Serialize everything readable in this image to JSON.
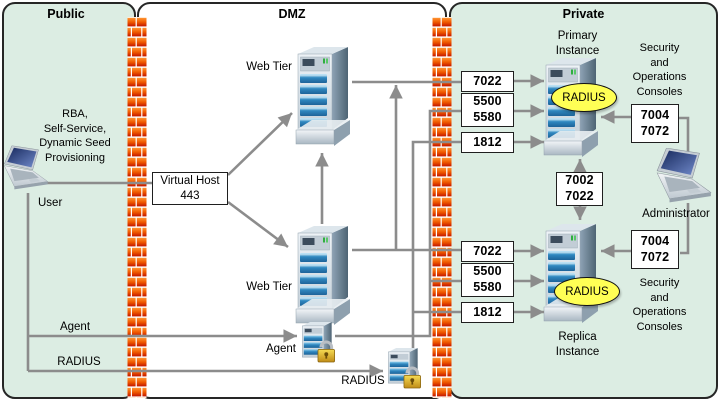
{
  "zones": {
    "public": "Public",
    "dmz": "DMZ",
    "private": "Private"
  },
  "public": {
    "note": "RBA,\nSelf-Service,\nDynamic Seed\nProvisioning",
    "user_label": "User",
    "agent_label": "Agent",
    "radius_label": "RADIUS"
  },
  "dmz": {
    "virtual_host": "Virtual Host\n443",
    "web_tier_top": "Web Tier",
    "web_tier_bottom": "Web Tier",
    "agent_label": "Agent",
    "radius_label": "RADIUS"
  },
  "private": {
    "primary_name": "Primary\nInstance",
    "replica_name": "Replica\nInstance",
    "primary_radius_badge": "RADIUS",
    "replica_radius_badge": "RADIUS",
    "primary_ports": [
      "7022",
      "5500\n5580",
      "1812"
    ],
    "replica_ports": [
      "7022",
      "5500\n5580",
      "1812"
    ],
    "replication_ports": "7002\n7022",
    "admin_ports_top": "7004\n7072",
    "admin_ports_bottom": "7004\n7072",
    "consoles_note_top": "Security\nand\nOperations\nConsoles",
    "consoles_note_bottom": "Security\nand\nOperations\nConsoles",
    "administrator_label": "Administrator"
  },
  "icons": {
    "user": "laptop-icon",
    "administrator": "laptop-icon",
    "web_tier": "tower-server-icon",
    "primary_instance": "tower-server-icon",
    "replica_instance": "tower-server-icon",
    "agent": "secured-server-lock-icon",
    "radius": "secured-server-lock-icon",
    "firewall": "brick-wall-icon"
  },
  "colors": {
    "zone_fill": "#dcede3",
    "dmz_fill": "#ffffff",
    "zone_border": "#262626",
    "connector": "#8c8c8c",
    "brick_orange": "#ff9633",
    "brick_red": "#c21500",
    "radius_oval": "#ffff55",
    "box_fill": "#ffffff"
  }
}
